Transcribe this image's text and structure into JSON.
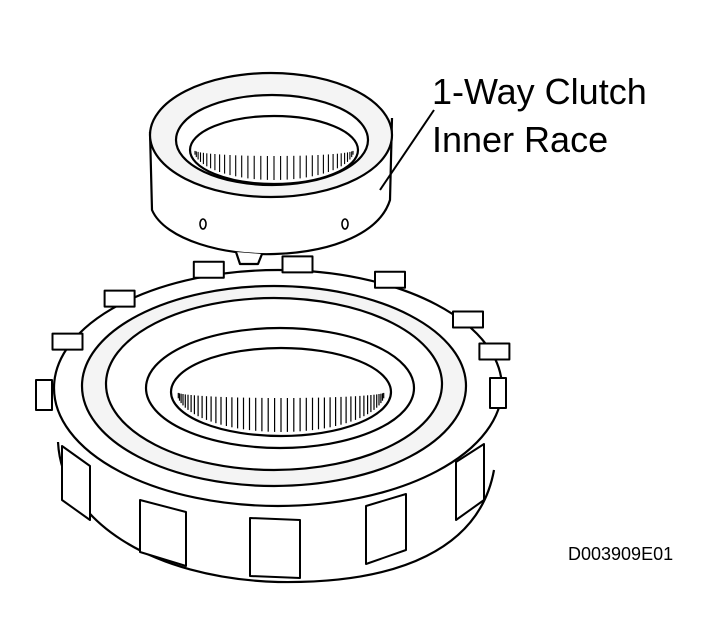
{
  "labels": {
    "callout_line1": "1-Way Clutch",
    "callout_line2": "Inner Race",
    "figure_code": "D003909E01"
  },
  "colors": {
    "ink": "#000000",
    "background": "#ffffff",
    "ring_face": "#f2f2f2",
    "inner_bore": "#ffffff"
  }
}
